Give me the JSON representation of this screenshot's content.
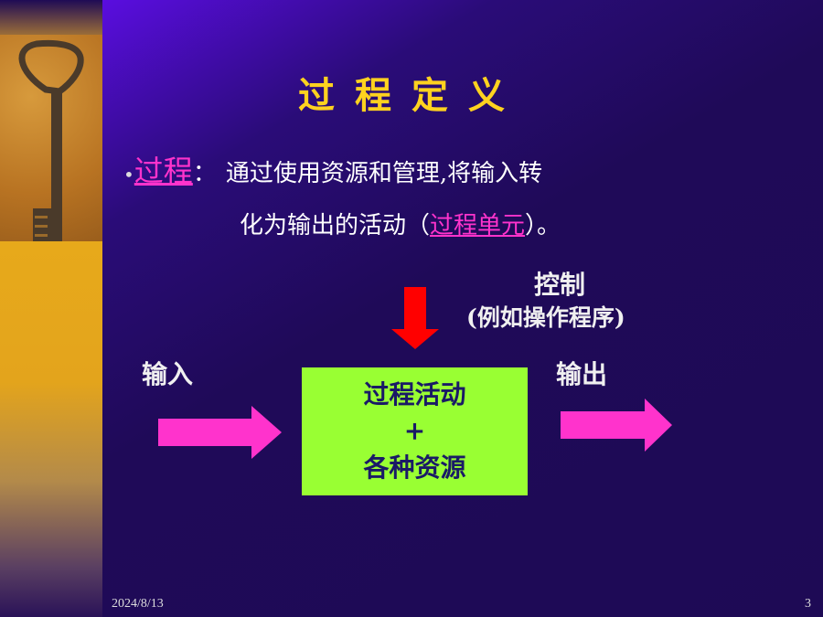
{
  "title": "过程定义",
  "bullet": {
    "term": "过程",
    "colon": "：",
    "line1": "通过使用资源和管理,将输入转",
    "line2_before": "化为输出的活动（",
    "line2_link": "过程单元",
    "line2_after": "）。"
  },
  "diagram": {
    "control_label": "控制",
    "control_note": "(例如操作程序)",
    "input_label": "输入",
    "output_label": "输出",
    "box_line1": "过程活动",
    "box_plus": "+",
    "box_line2": "各种资源"
  },
  "footer": {
    "date": "2024/8/13",
    "page": "3"
  },
  "colors": {
    "title": "#ffd21f",
    "accent": "#ff33cc",
    "box": "#99ff33",
    "control_arrow": "#ff0000"
  }
}
